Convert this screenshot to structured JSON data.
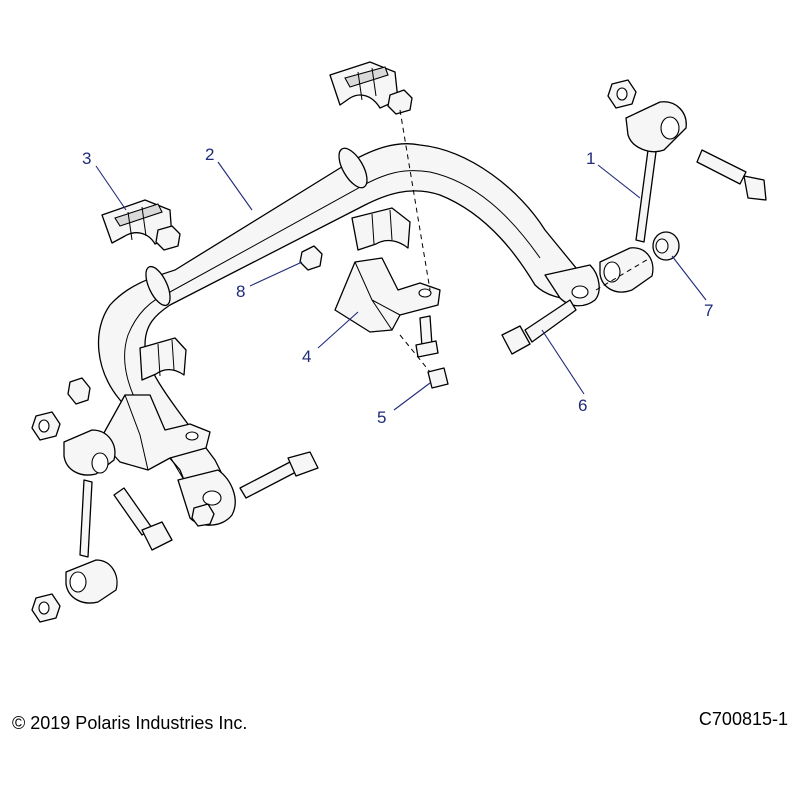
{
  "callouts": [
    {
      "label": "1"
    },
    {
      "label": "2"
    },
    {
      "label": "3"
    },
    {
      "label": "4"
    },
    {
      "label": "5"
    },
    {
      "label": "6"
    },
    {
      "label": "7"
    },
    {
      "label": "8"
    }
  ],
  "footer": {
    "copyright": "© 2019 Polaris Industries Inc.",
    "drawing_id": "C700815-1"
  },
  "colors": {
    "callout": "#1f2a7a",
    "line": "#000000",
    "part_fill": "#f6f6f6"
  }
}
